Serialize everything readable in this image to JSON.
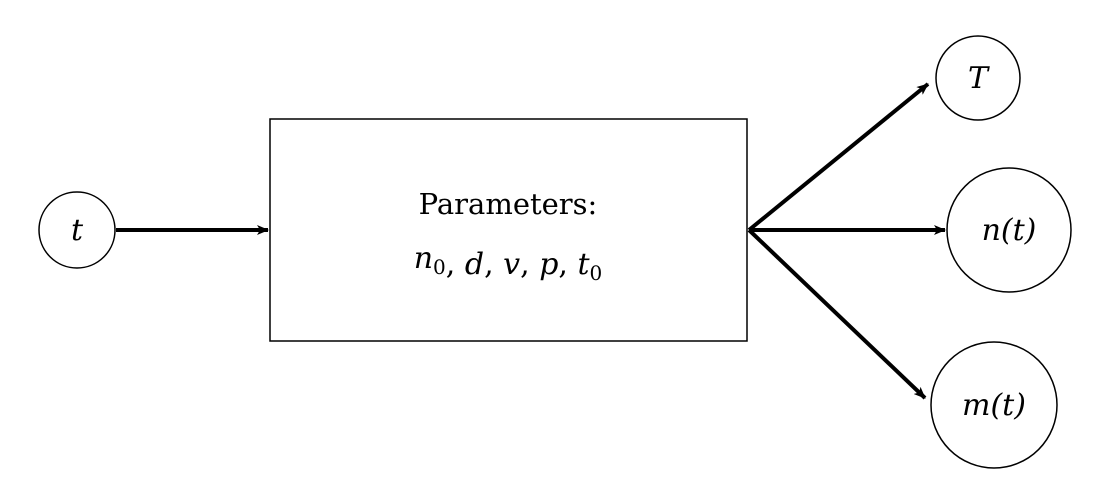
{
  "input_node": {
    "label": "t"
  },
  "process_box": {
    "title": "Parameters:",
    "params": [
      {
        "base": "n",
        "sub": "0"
      },
      {
        "base": "d",
        "sub": ""
      },
      {
        "base": "v",
        "sub": ""
      },
      {
        "base": "p",
        "sub": ""
      },
      {
        "base": "t",
        "sub": "0"
      }
    ],
    "separator": ", "
  },
  "output_nodes": [
    {
      "label": "T"
    },
    {
      "label": "n(t)"
    },
    {
      "label": "m(t)"
    }
  ],
  "colors": {
    "stroke": "#000000",
    "fill": "#ffffff"
  }
}
